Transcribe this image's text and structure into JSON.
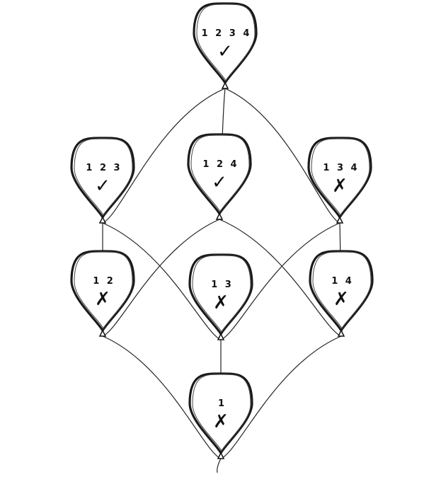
{
  "diagram": {
    "nodes": [
      {
        "id": "n1234",
        "label": "1 2 3 4",
        "mark": "✓",
        "status": "check"
      },
      {
        "id": "n123",
        "label": "1 2 3",
        "mark": "✓",
        "status": "check"
      },
      {
        "id": "n124",
        "label": "1 2 4",
        "mark": "✓",
        "status": "check"
      },
      {
        "id": "n134",
        "label": "1 3 4",
        "mark": "✗",
        "status": "cross"
      },
      {
        "id": "n12",
        "label": "1 2",
        "mark": "✗",
        "status": "cross"
      },
      {
        "id": "n13",
        "label": "1 3",
        "mark": "✗",
        "status": "cross"
      },
      {
        "id": "n14",
        "label": "1 4",
        "mark": "✗",
        "status": "cross"
      },
      {
        "id": "n1",
        "label": "1",
        "mark": "✗",
        "status": "cross"
      }
    ],
    "edges": [
      [
        "n1",
        "n12"
      ],
      [
        "n1",
        "n13"
      ],
      [
        "n1",
        "n14"
      ],
      [
        "n12",
        "n123"
      ],
      [
        "n12",
        "n124"
      ],
      [
        "n13",
        "n123"
      ],
      [
        "n13",
        "n134"
      ],
      [
        "n14",
        "n124"
      ],
      [
        "n14",
        "n134"
      ],
      [
        "n123",
        "n1234"
      ],
      [
        "n124",
        "n1234"
      ],
      [
        "n134",
        "n1234"
      ]
    ]
  }
}
